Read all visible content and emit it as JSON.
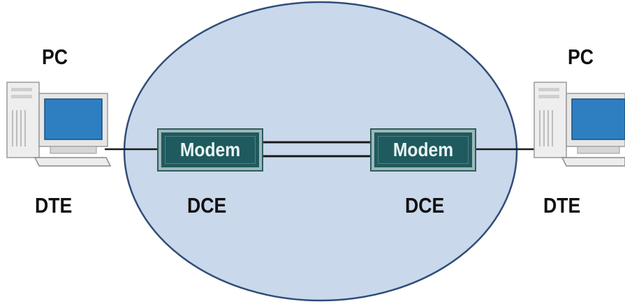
{
  "left_device": {
    "name": "PC",
    "type": "DTE",
    "icon": "desktop-computer-icon"
  },
  "right_device": {
    "name": "PC",
    "type": "DTE",
    "icon": "desktop-computer-icon"
  },
  "left_modem": {
    "label": "Modem",
    "type": "DCE"
  },
  "right_modem": {
    "label": "Modem",
    "type": "DCE"
  },
  "colors": {
    "network_fill": "#c9d8ea",
    "network_stroke": "#2f4d78",
    "modem_fill": "#1f5a5e",
    "screen": "#2d7fc1"
  }
}
